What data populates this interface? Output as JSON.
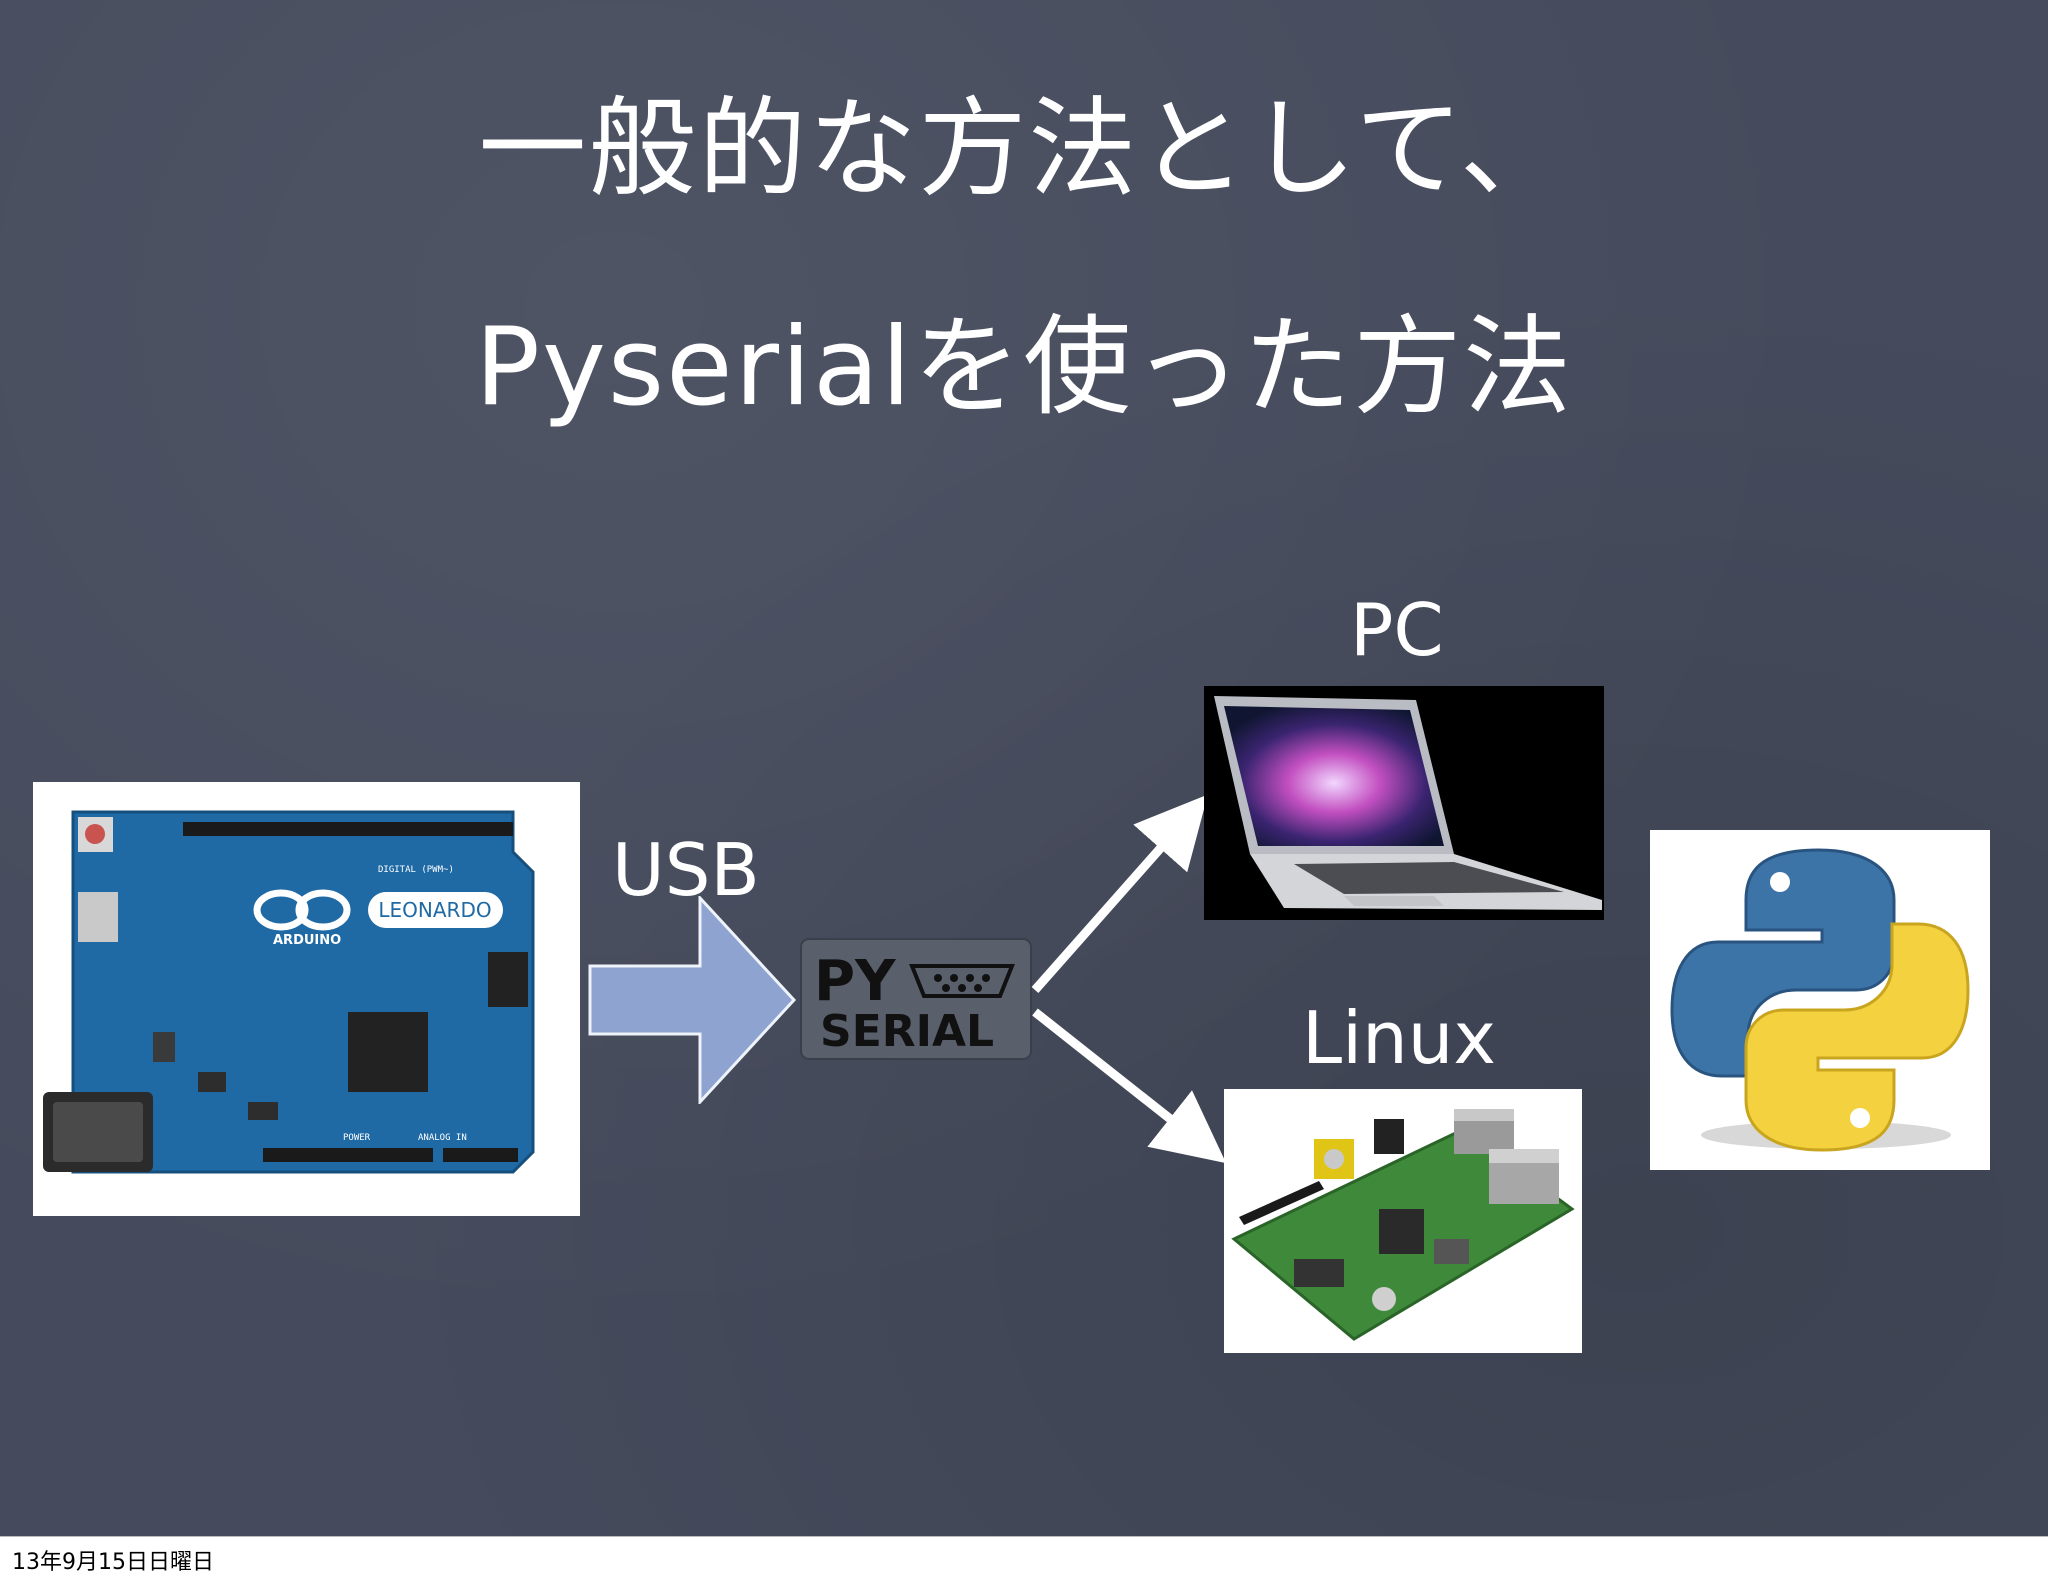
{
  "slide": {
    "title_line1": "一般的な方法として、",
    "title_line2": "Pyserialを使った方法",
    "labels": {
      "usb": "USB",
      "pc": "PC",
      "linux": "Linux"
    },
    "arduino_board": {
      "brand": "ARDUINO",
      "model": "LEONARDO",
      "silkscreen": [
        "DIGITAL (PWM~)",
        "POWER",
        "ANALOG IN"
      ]
    },
    "pyserial_logo": {
      "line1": "PY",
      "line2": "SERIAL"
    },
    "colors": {
      "background": "#454b5c",
      "text": "#ffffff",
      "usb_arrow": "#8ea3cf",
      "arduino_blue": "#1f6aa5",
      "python_blue": "#3d74a8",
      "python_yellow": "#f4d13f"
    }
  },
  "footer": {
    "date": "13年9月15日日曜日"
  }
}
